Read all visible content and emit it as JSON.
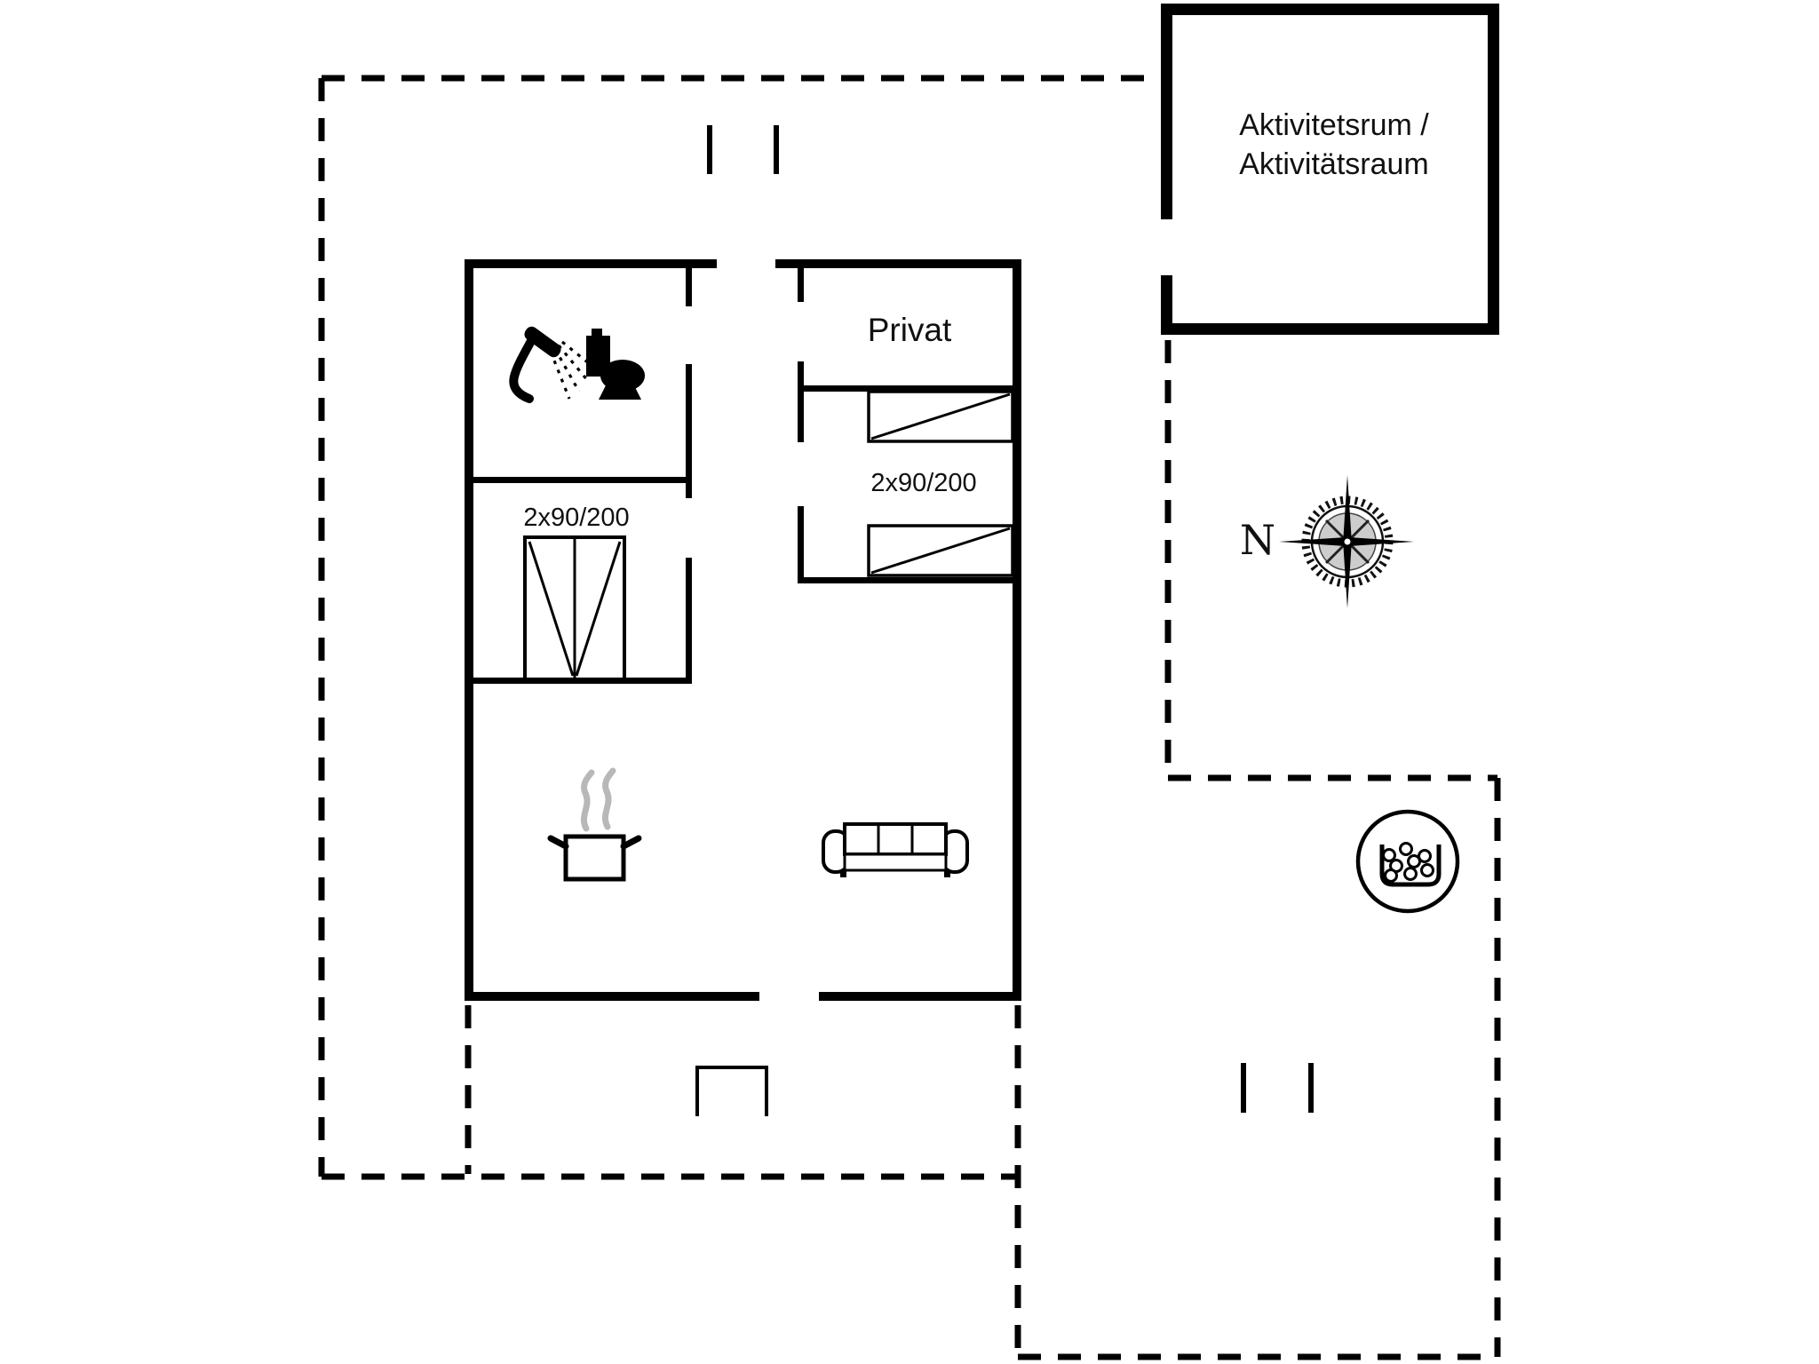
{
  "plan": {
    "title": "Holiday house floor plan",
    "colors": {
      "ink": "#000000",
      "text": "#111111",
      "steam": "#b8b8b8",
      "background": "#ffffff"
    },
    "buildings": {
      "activity_room": {
        "label_line1": "Aktivitetsrum /",
        "label_line2": "Aktivitätsraum"
      },
      "main_house": {
        "private_room_label": "Privat",
        "bunk_beds_label": "2x90/200",
        "bedroom_beds_label": "2x90/200"
      }
    },
    "compass": {
      "north_label": "N"
    },
    "icons": [
      "shower-icon",
      "toilet-icon",
      "double-bed-icon",
      "bunk-bed-icon",
      "cooking-pot-icon",
      "steam-icon",
      "sofa-icon",
      "compass-rose-icon",
      "grill-icon",
      "door-opening-marks",
      "step-icon"
    ]
  }
}
